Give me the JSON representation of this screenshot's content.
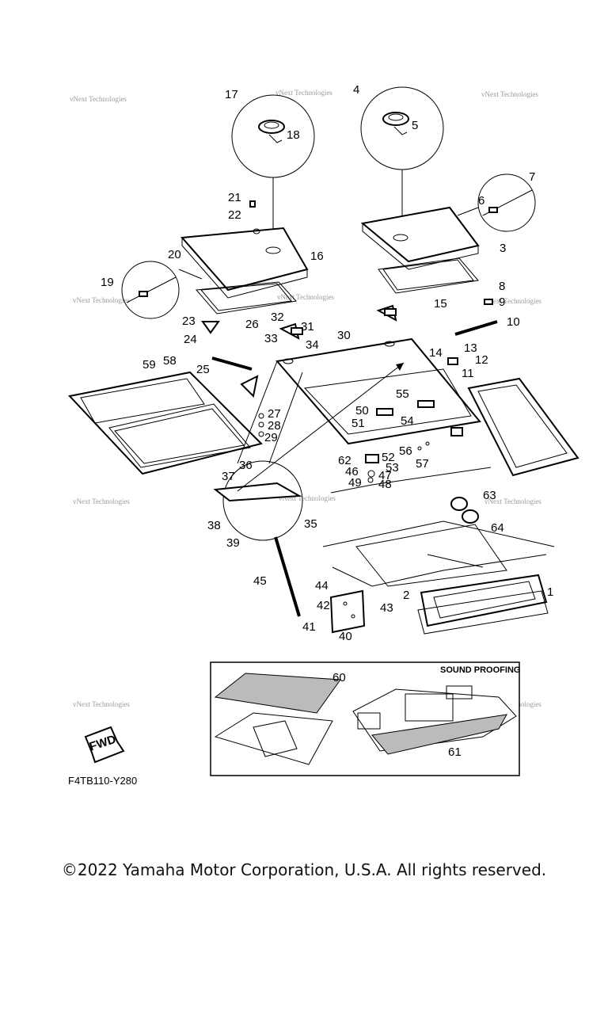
{
  "watermark": "vNext Technologies",
  "diagram_code": "F4TB110-Y280",
  "sound_proofing_label": "SOUND PROOFING",
  "fwd_label": "FWD",
  "copyright": "©2022 Yamaha Motor Corporation, U.S.A. All rights reserved.",
  "callouts": {
    "c1": "1",
    "c2": "2",
    "c3": "3",
    "c4": "4",
    "c5": "5",
    "c6": "6",
    "c7": "7",
    "c8": "8",
    "c9": "9",
    "c10": "10",
    "c11": "11",
    "c12": "12",
    "c13": "13",
    "c14": "14",
    "c15": "15",
    "c16": "16",
    "c17": "17",
    "c18": "18",
    "c19": "19",
    "c20": "20",
    "c21": "21",
    "c22": "22",
    "c23": "23",
    "c24": "24",
    "c25": "25",
    "c26": "26",
    "c27": "27",
    "c28": "28",
    "c29": "29",
    "c30": "30",
    "c31": "31",
    "c32": "32",
    "c33": "33",
    "c34": "34",
    "c35": "35",
    "c36": "36",
    "c37": "37",
    "c38": "38",
    "c39": "39",
    "c40": "40",
    "c41": "41",
    "c42": "42",
    "c43": "43",
    "c44": "44",
    "c45": "45",
    "c46": "46",
    "c47": "47",
    "c48": "48",
    "c49": "49",
    "c50": "50",
    "c51": "51",
    "c52": "52",
    "c53": "53",
    "c54": "54",
    "c55": "55",
    "c56": "56",
    "c57": "57",
    "c58": "58",
    "c59": "59",
    "c60": "60",
    "c61": "61",
    "c62": "62",
    "c63": "63",
    "c64": "64"
  }
}
